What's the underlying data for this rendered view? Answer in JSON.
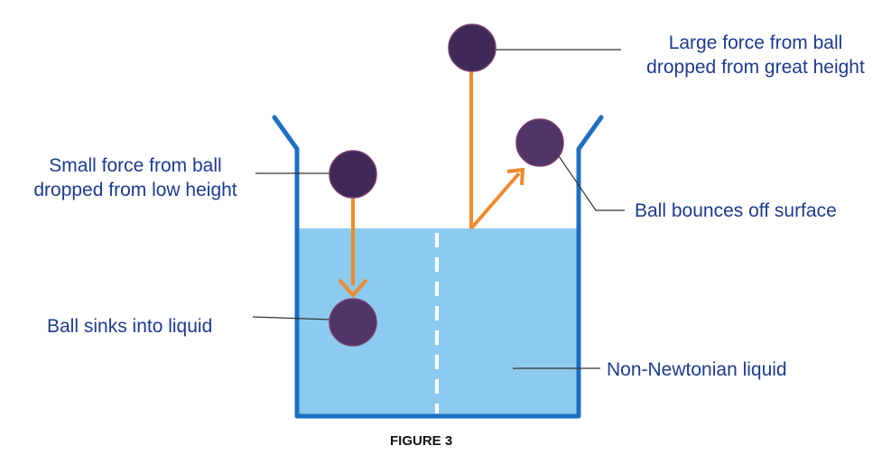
{
  "labels": {
    "large_force": "Large force from ball dropped from great height",
    "large_force_line1": "Large force from ball",
    "large_force_line2": "dropped from great height",
    "small_force_line1": "Small force from ball",
    "small_force_line2": "dropped from low height",
    "bounces": "Ball bounces off surface",
    "sinks": "Ball sinks into liquid",
    "liquid": "Non-Newtonian liquid"
  },
  "caption": "FIGURE 3",
  "colors": {
    "container": "#1e6fc2",
    "liquid": "#8ccbef",
    "ball": "#3f2a57",
    "arrow": "#f08a2c",
    "text": "#1d3b8f",
    "leader": "#333333",
    "divider": "#ffffff"
  }
}
